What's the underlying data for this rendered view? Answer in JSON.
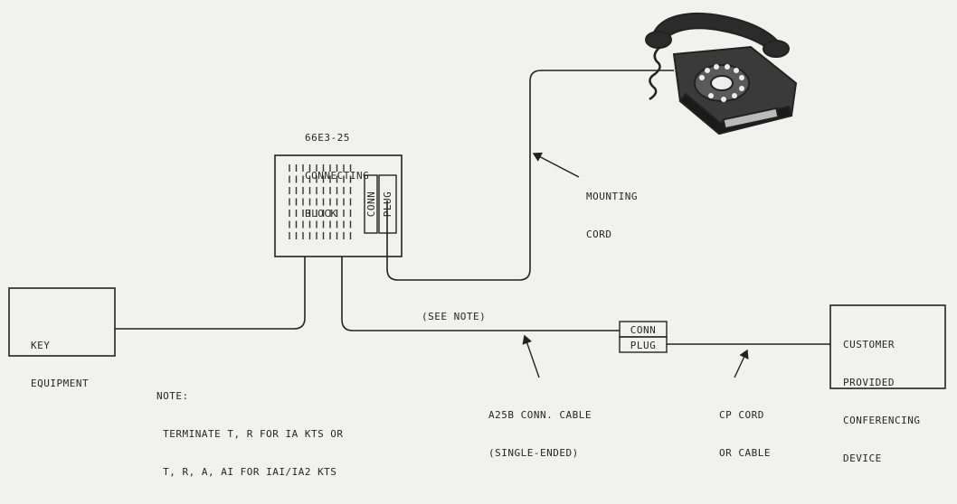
{
  "block": {
    "label_lines": [
      "66E3-25",
      "CONNECTING",
      "BLOCK"
    ],
    "conn": "CONN",
    "plug": "PLUG"
  },
  "key_equipment": [
    "KEY",
    "EQUIPMENT"
  ],
  "mounting_cord": [
    "MOUNTING",
    "CORD"
  ],
  "see_note": "(SEE NOTE)",
  "connector": {
    "conn": "CONN",
    "plug": "PLUG"
  },
  "customer_device": [
    "CUSTOMER",
    "PROVIDED",
    "CONFERENCING",
    "DEVICE"
  ],
  "note": [
    "NOTE:",
    " TERMINATE T, R FOR IA KTS OR",
    " T, R, A, AI FOR IAI/IA2 KTS"
  ],
  "cable_label": [
    "A25B CONN. CABLE",
    "(SINGLE-ENDED)"
  ],
  "cp_cord": [
    "CP CORD",
    "OR CABLE"
  ]
}
